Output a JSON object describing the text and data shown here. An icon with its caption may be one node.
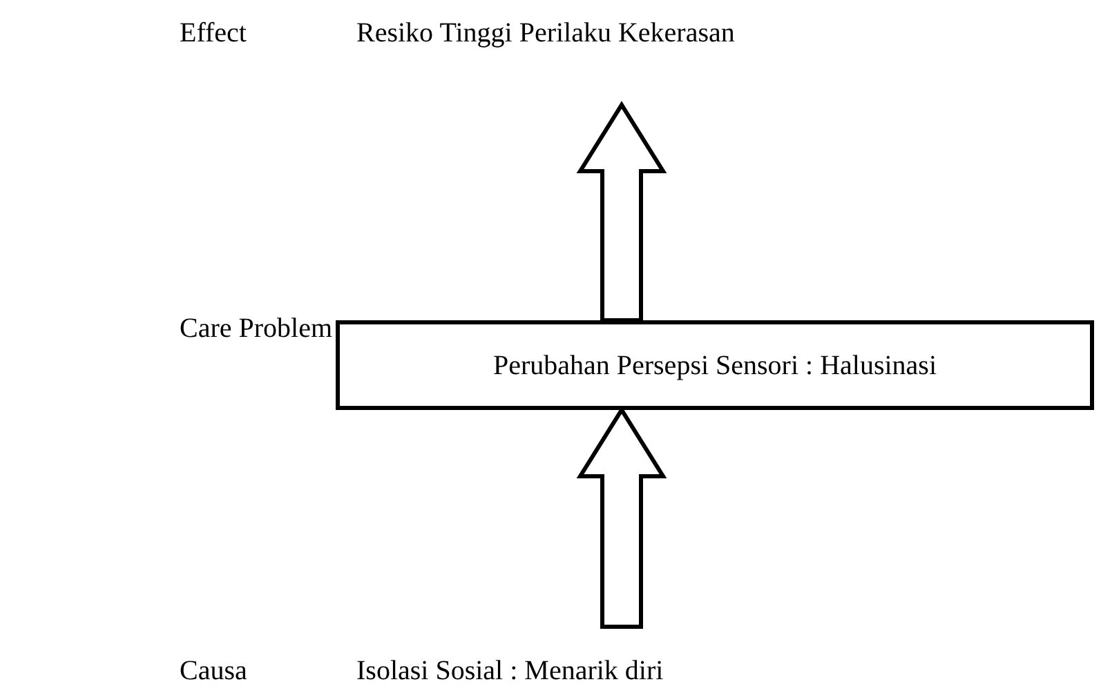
{
  "diagram": {
    "nodes": [
      {
        "text": [
          "Resiko Tinggi Perilaku Kekerasan"
        ]
      },
      {
        "text": [
          "Perubahan Persepsi Sensori : Halusinasi"
        ]
      },
      {
        "text": [
          "Isolasi Sosial : Menarik diri"
        ]
      }
    ],
    "edges": [
      {
        "from": 2,
        "to": 1,
        "arrow": "to"
      },
      {
        "from": 1,
        "to": 0,
        "arrow": "to"
      }
    ],
    "labels": [
      "Effect",
      "Care Problem",
      "Causa"
    ]
  }
}
